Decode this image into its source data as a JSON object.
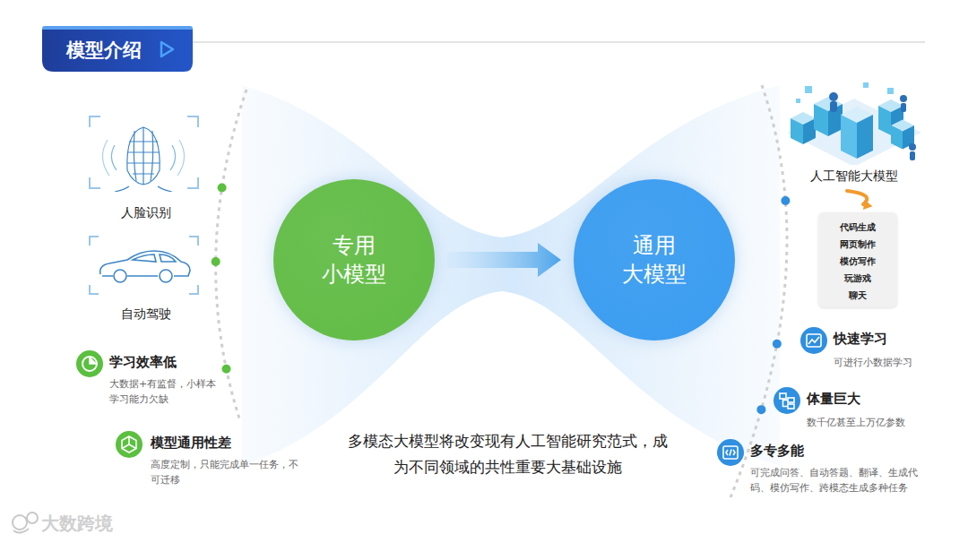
{
  "diagram": {
    "title": "模型介绍",
    "nodes": [
      {
        "text": [
          "人脸识别"
        ]
      },
      {
        "text": [
          "自动驾驶"
        ]
      },
      {
        "text": [
          "学习效率低",
          "大数据+有监督，小样本学习能力欠缺"
        ]
      },
      {
        "text": [
          "模型通用性差",
          "高度定制，只能完成单一任务，不可迁移"
        ]
      },
      {
        "text": [
          "专用 小模型"
        ]
      },
      {
        "text": [
          "通用 大模型"
        ]
      },
      {
        "text": [
          "人工智能大模型"
        ]
      },
      {
        "text": [
          "代码生成",
          "网页制作",
          "模仿写作",
          "玩游戏",
          "聊天"
        ]
      },
      {
        "text": [
          "快速学习",
          "可进行小数据学习"
        ]
      },
      {
        "text": [
          "体量巨大",
          "数千亿甚至上万亿参数"
        ]
      },
      {
        "text": [
          "多专多能",
          "可完成问答、自动答题、翻译、生成代码、模仿写作、跨模态生成多种任务"
        ]
      }
    ],
    "edges": [
      {
        "from": 4,
        "to": 5,
        "arrow": "to"
      },
      {
        "from": 6,
        "to": 7,
        "arrow": "to"
      }
    ],
    "labels": [
      "多模态大模型将改变现有人工智能研究范式，成为不同领域的共性重要大基础设施",
      "大数跨境"
    ]
  }
}
